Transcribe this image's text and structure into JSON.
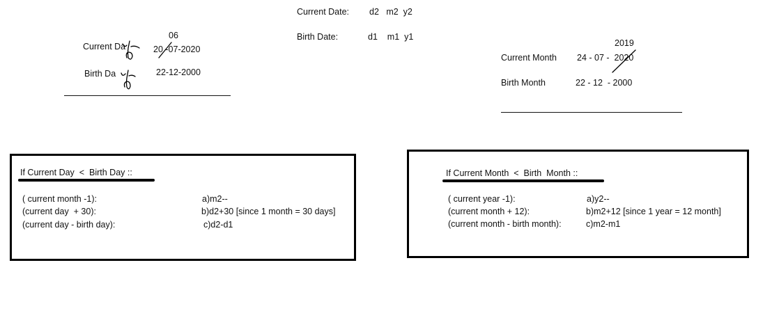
{
  "top_center": {
    "current_date_label": "Current Date:",
    "current_date_vars": "d2   m2  y2",
    "birth_date_label": "Birth Date:",
    "birth_date_vars": "d1    m1  y1"
  },
  "left_example": {
    "correction": "06",
    "current_label": "Current Da",
    "current_value": "20 -07-2020",
    "birth_label": "Birth Da",
    "birth_value": "22-12-2000"
  },
  "right_example": {
    "correction": "2019",
    "current_label": "Current Month",
    "current_value": "24 - 07 -  2020",
    "birth_label": "Birth Month",
    "birth_value": "22 - 12  - 2000"
  },
  "left_box": {
    "heading": "If Current Day  <  Birth Day ::",
    "rows": [
      {
        "left": "( current month -1):",
        "right": "a)m2--"
      },
      {
        "left": "(current day  + 30):",
        "right": "b)d2+30 [since 1 month = 30 days]"
      },
      {
        "left": "(current day - birth day):",
        "right": "c)d2-d1"
      }
    ]
  },
  "right_box": {
    "heading": "If Current Month  <  Birth  Month ::",
    "rows": [
      {
        "left": "( current year -1):",
        "right": "a)y2--"
      },
      {
        "left": "(current month + 12):",
        "right": "b)m2+12 [since 1 year = 12 month]"
      },
      {
        "left": "(current month - birth month):",
        "right": "c)m2-m1"
      }
    ]
  }
}
